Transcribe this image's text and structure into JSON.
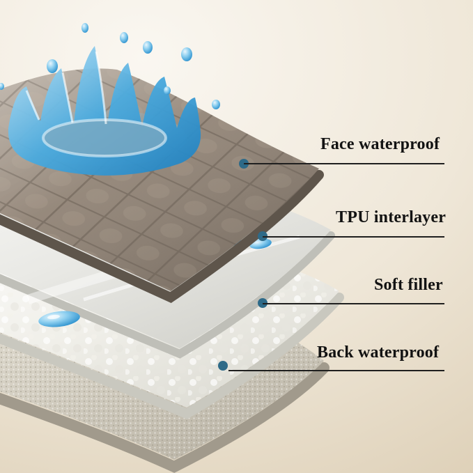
{
  "callouts": [
    {
      "label": "Face waterproof"
    },
    {
      "label": "TPU interlayer"
    },
    {
      "label": "Soft filler"
    },
    {
      "label": "Back waterproof"
    }
  ],
  "colors": {
    "dot": "#2e6a88",
    "line": "#1f1f1f",
    "text": "#121212",
    "bg_light": "#faf7f1",
    "bg_mid": "#efe7d8",
    "bg_dark": "#ddcfb6",
    "fabric": "#94877a",
    "water": "#3aa2de"
  }
}
